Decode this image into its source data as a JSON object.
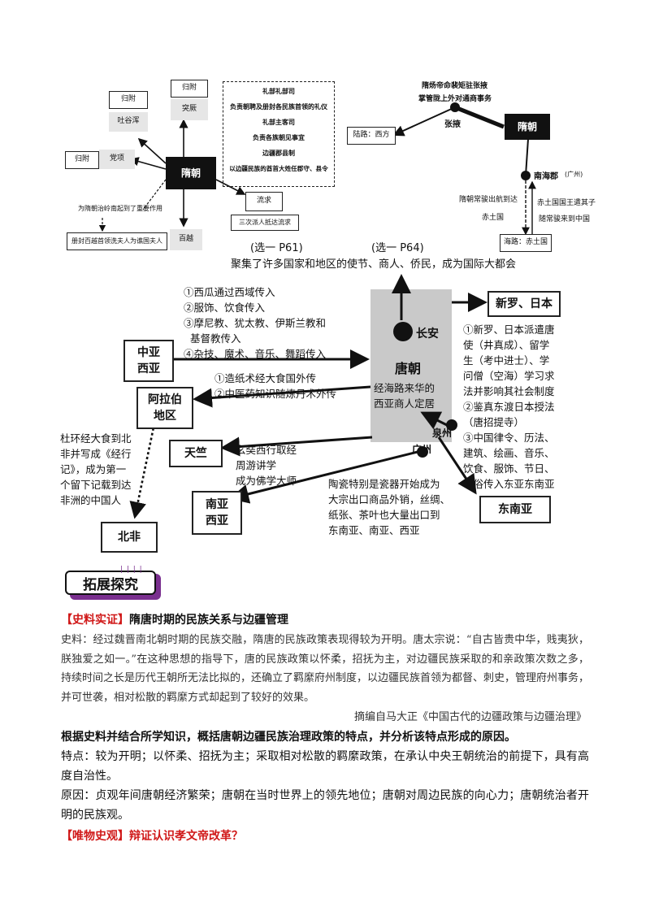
{
  "left_map": {
    "nodes": [
      {
        "label": "归附"
      },
      {
        "label": "吐谷浑"
      },
      {
        "label": "归附"
      },
      {
        "label": "突厥"
      },
      {
        "label": "归附"
      },
      {
        "label": "党项"
      },
      {
        "label": "隋朝"
      },
      {
        "label": "流求"
      },
      {
        "label": "三次派人抵达流求"
      },
      {
        "label": "百越"
      },
      {
        "label": "册封百越首领洗夫人为谯国夫人"
      }
    ],
    "note_south": "为隋朝治岭南起到了重要作用",
    "dept_lines": [
      "礼部礼部司",
      "负责朝聘及册封各民族首领的礼仪",
      "礼部主客司",
      "负责各族朝见事宜",
      "边疆郡县制",
      "以边疆民族的酋首大姓任郡守、县令"
    ],
    "source": "(选一  P61)"
  },
  "right_map": {
    "title_lines": [
      "隋炀帝命裴矩驻张掖",
      "掌管陇上外对通商事务"
    ],
    "zhangye": "张掖",
    "sui": "隋朝",
    "west_route": "陆路：西方",
    "nanhai": "南海郡",
    "nanhai_note": "(广州)",
    "chitu_left_lines": [
      "隋朝常骏出航到达",
      "赤土国"
    ],
    "chitu_right_lines": [
      "赤土国国王遣其子",
      "随常骏来到中国"
    ],
    "sea_route": "海路：赤土国",
    "source": "(选一  P64)"
  },
  "tang_map": {
    "top_caption": "聚集了许多国家和地区的使节、商人、侨民，成为国际大都会",
    "west_in": "①西瓜通过西域传入\n②服饰、饮食传入\n③摩尼教、犹太教、伊斯兰教和\n  基督教传入\n④杂技、魔术、音乐、舞蹈传入",
    "west_out": "①造纸术经大食国外传\n②中医药知识随炼丹术外传",
    "zhongya": "中亚\n西亚",
    "arab": "阿拉伯\n地区",
    "tianzhu": "天竺",
    "nanya": "南亚\n西亚",
    "beifei": "北非",
    "changan": "长安",
    "tang": "唐朝",
    "tang_note": "经海路来华的\n西亚商人定居",
    "quanzhou": "泉州",
    "guangzhou": "广州",
    "xinluo": "新罗、日本",
    "dongnanya": "东南亚",
    "japan_text": "①新罗、日本派遣唐\n使（井真成）、留学\n生（考中进士）、学\n问僧（空海）学习求\n法并影响其社会制度\n②鉴真东渡日本授法\n（唐招提寺）\n③中国律令、历法、\n建筑、绘画、音乐、\n饮食、服饰、节日、\n习俗传入东亚东南亚",
    "duhuan": "杜环经大食到北\n非并写成《经行\n记》，成为第一\n个留下记载到达\n非洲的中国人",
    "xuanzang": "玄奘西行取经\n周游讲学\n成为佛学大师",
    "ceramics": "陶瓷特别是瓷器开始成为\n大宗出口商品外销，丝绸、\n纸张、茶叶也大量出口到\n东南亚、南亚、西亚"
  },
  "section_banner": "拓展探究",
  "q1": {
    "tag": "【史料实证】",
    "title": "隋唐时期的民族关系与边疆管理",
    "material": "史料：经过魏晋南北朝时期的民族交融，隋唐的民族政策表现得较为开明。唐太宗说：“自古皆贵中华，贱夷狄，朕独爱之如一。”在这种思想的指导下，唐的民族政策以怀柔，招抚为主，对边疆民族采取的和亲政策次数之多，持续时间之长是历代王朝所无法比拟的，还确立了羁縻府州制度，以边疆民族首领为都督、刺史，管理府州事务，并可世袭，相对松散的羁縻方式却起到了较好的效果。",
    "source": "摘编自马大正《中国古代的边疆政策与边疆治理》",
    "question": "根据史料并结合所学知识，概括唐朝边疆民族治理政策的特点，并分析该特点形成的原因。",
    "answer1": "特点：较为开明；以怀柔、招抚为主；采取相对松散的羁縻政策，在承认中央王朝统治的前提下，具有高度自治性。",
    "answer2": "原因：贞观年间唐朝经济繁荣；唐朝在当时世界上的领先地位；唐朝对周边民族的向心力；唐朝统治者开明的民族观。"
  },
  "q2": {
    "tag": "【唯物史观】",
    "title": "辩证认识孝文帝改革？"
  }
}
